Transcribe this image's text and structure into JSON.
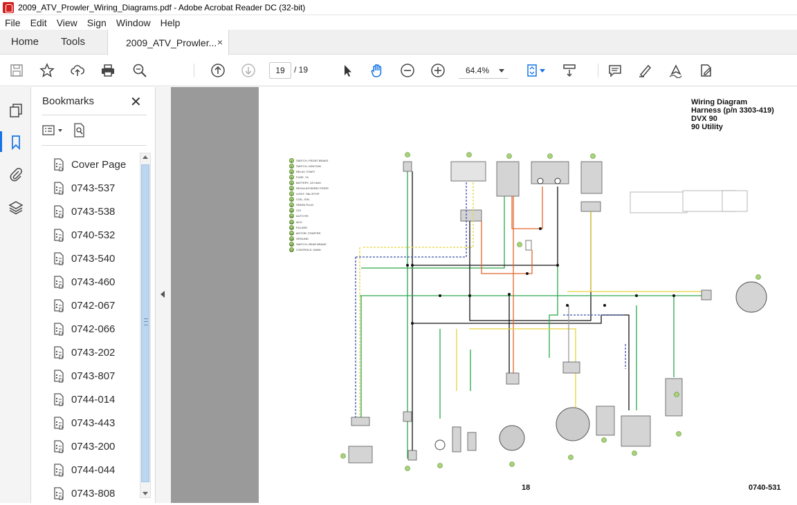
{
  "window": {
    "title": "2009_ATV_Prowler_Wiring_Diagrams.pdf - Adobe Acrobat Reader DC (32-bit)"
  },
  "menu": [
    "File",
    "Edit",
    "View",
    "Sign",
    "Window",
    "Help"
  ],
  "tabs": {
    "home": "Home",
    "tools": "Tools",
    "document": "2009_ATV_Prowler...",
    "close": "×"
  },
  "toolbar": {
    "page_current": "19",
    "page_total": "/ 19",
    "zoom": "64.4%"
  },
  "bookmarks": {
    "title": "Bookmarks",
    "close": "✕",
    "items": [
      "Cover Page",
      "0743-537",
      "0743-538",
      "0740-532",
      "0743-540",
      "0743-460",
      "0742-067",
      "0742-066",
      "0743-202",
      "0743-807",
      "0744-014",
      "0743-443",
      "0743-200",
      "0744-044",
      "0743-808"
    ]
  },
  "document_page": {
    "header": [
      "Wiring Diagram",
      "Harness (p/n 3303-419)",
      "DVX 90",
      "90 Utility"
    ],
    "page_number": "18",
    "doc_number": "0740-531",
    "legend": [
      {
        "n": "1",
        "t": "SWITCH, FRONT BRAKE"
      },
      {
        "n": "2",
        "t": "SWITCH, IGNITION"
      },
      {
        "n": "3",
        "t": "RELAY, START"
      },
      {
        "n": "4",
        "t": "FUSE, 7A"
      },
      {
        "n": "5",
        "t": "BATTERY, 12V 8AH"
      },
      {
        "n": "6",
        "t": "REGULATOR/RECTIFIER"
      },
      {
        "n": "7",
        "t": "LIGHT, TAIL/STOP"
      },
      {
        "n": "8",
        "t": "COIL, IGN."
      },
      {
        "n": "9",
        "t": "SPARK PLUG"
      },
      {
        "n": "10",
        "t": "CDI"
      },
      {
        "n": "11",
        "t": "AUTO RS"
      },
      {
        "n": "12",
        "t": "ACG"
      },
      {
        "n": "13",
        "t": "PULSER"
      },
      {
        "n": "14",
        "t": "MOTOR, STARTER"
      },
      {
        "n": "15",
        "t": "GROUND"
      },
      {
        "n": "16",
        "t": "SWITCH, REAR BRAKE"
      },
      {
        "n": "17",
        "t": "CONTROLS, HAND"
      }
    ],
    "colors": {
      "green": "#2aa84a",
      "yellow": "#e8d33a",
      "orange": "#e0632a",
      "blue": "#3a4fa8",
      "black": "#111111",
      "grey": "#999999"
    }
  }
}
